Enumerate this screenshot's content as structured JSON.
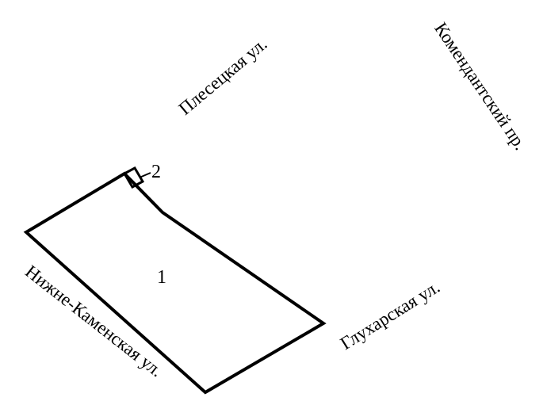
{
  "streets": {
    "plesetskaya": "Плесецкая ул.",
    "komendantsky": "Комендантский пр.",
    "nizhne_kamenskaya": "Нижне-Каменская ул.",
    "glukharskaya": "Глухарская ул."
  },
  "plots": {
    "main_label": "1",
    "small_label": "2"
  },
  "colors": {
    "line": "#000000",
    "background": "#ffffff"
  }
}
